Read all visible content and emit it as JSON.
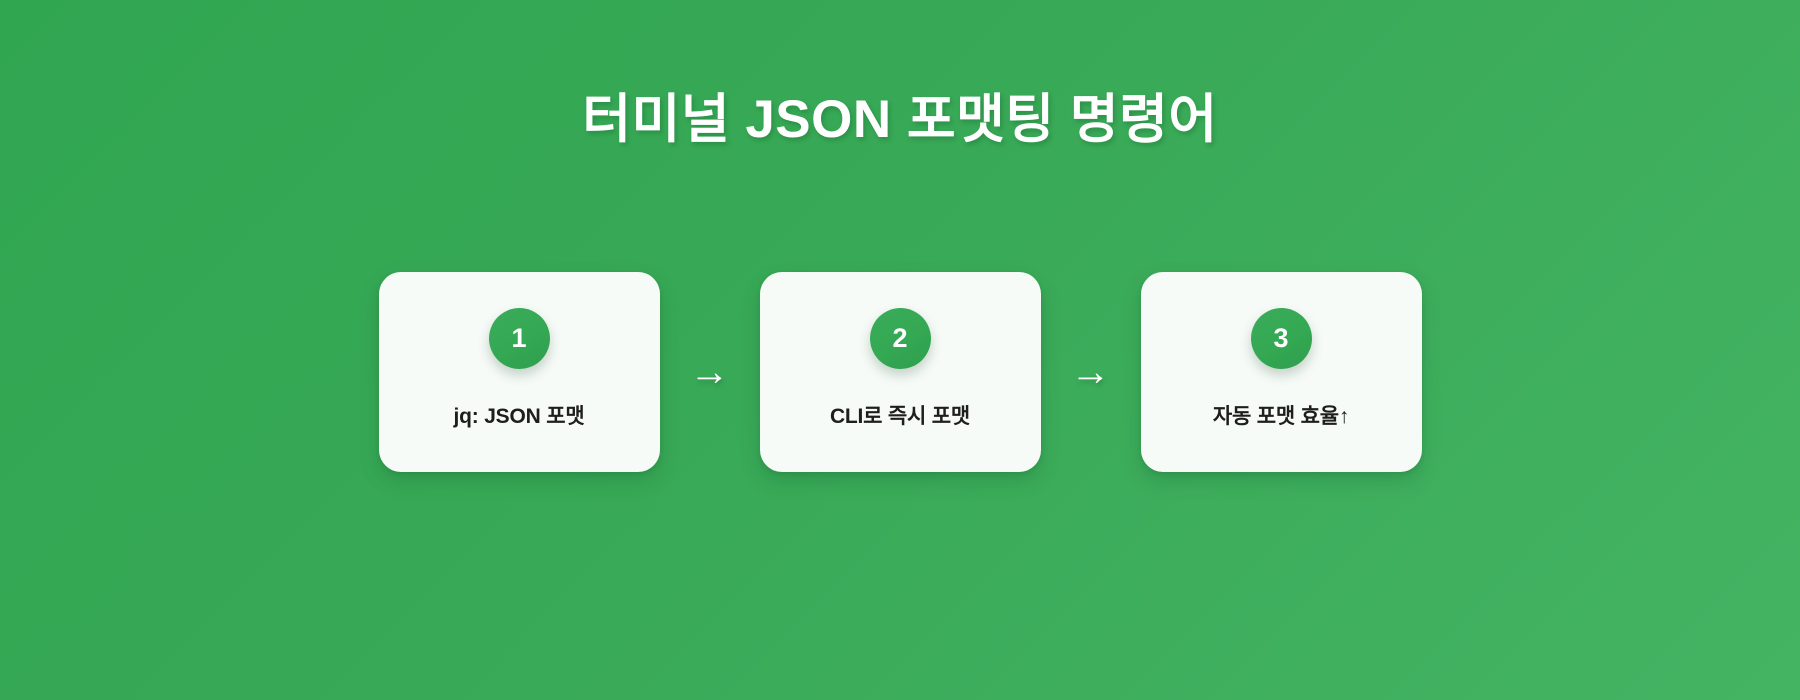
{
  "page": {
    "title": "터미널 JSON 포맷팅 명령어",
    "background_color_start": "#31a651",
    "background_color_end": "#44b463"
  },
  "flow": {
    "arrow_glyph": "→",
    "card_background": "#f7fbf8",
    "badge_color": "#34a853",
    "label_color": "#1e1e1e",
    "steps": [
      {
        "number": "1",
        "label": "jq: JSON 포맷"
      },
      {
        "number": "2",
        "label": "CLI로 즉시 포맷"
      },
      {
        "number": "3",
        "label": "자동 포맷 효율↑"
      }
    ]
  }
}
